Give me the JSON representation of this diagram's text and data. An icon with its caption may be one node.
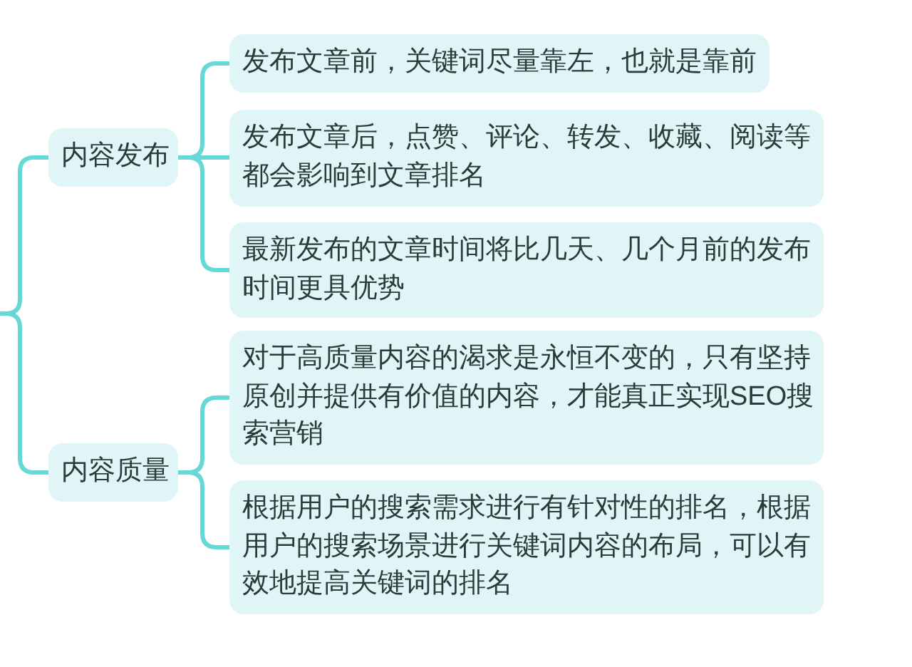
{
  "diagram": {
    "nodes": [
      {
        "text": [
          "内容发布"
        ]
      },
      {
        "text": [
          "发布文章前，关键词尽量靠左，也就是靠前"
        ]
      },
      {
        "text": [
          "发布文章后，点赞、评论、转发、收藏、阅读等都会影响到文章排名"
        ]
      },
      {
        "text": [
          "最新发布的文章时间将比几天、几个月前的发布时间更具优势"
        ]
      },
      {
        "text": [
          "内容质量"
        ]
      },
      {
        "text": [
          "对于高质量内容的渴求是永恒不变的，只有坚持原创并提供有价值的内容，才能真正实现SEO搜索营销"
        ]
      },
      {
        "text": [
          "根据用户的搜索需求进行有针对性的排名，根据用户的搜索场景进行关键词内容的布局，可以有效地提高关键词的排名"
        ]
      }
    ],
    "edges": [
      {
        "from": null,
        "to": 0,
        "arrow": "none"
      },
      {
        "from": null,
        "to": 4,
        "arrow": "none"
      },
      {
        "from": 0,
        "to": 1,
        "arrow": "none"
      },
      {
        "from": 0,
        "to": 2,
        "arrow": "none"
      },
      {
        "from": 0,
        "to": 3,
        "arrow": "none"
      },
      {
        "from": 4,
        "to": 5,
        "arrow": "none"
      },
      {
        "from": 4,
        "to": 6,
        "arrow": "none"
      }
    ]
  }
}
